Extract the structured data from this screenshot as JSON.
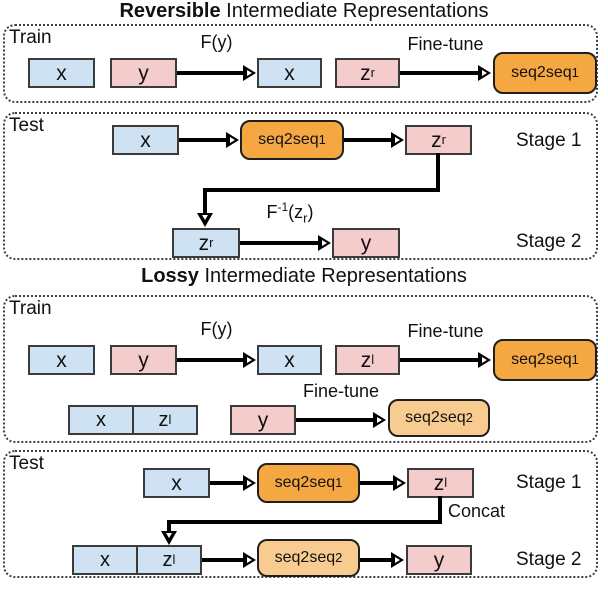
{
  "diagram": {
    "reversible": {
      "title_bold": "Reversible",
      "title_rest": " Intermediate Representations",
      "train": {
        "label": "Train",
        "fy_label": "F(y)",
        "finetune_label": "Fine-tune"
      },
      "test": {
        "label": "Test",
        "stage1": "Stage 1",
        "stage2": "Stage 2"
      }
    },
    "lossy": {
      "title_bold": "Lossy",
      "title_rest": " Intermediate Representations",
      "train": {
        "label": "Train",
        "fy_label": "F(y)",
        "finetune1_label": "Fine-tune",
        "finetune2_label": "Fine-tune"
      },
      "test": {
        "label": "Test",
        "stage1": "Stage 1",
        "stage2": "Stage 2",
        "concat_label": "Concat"
      }
    },
    "nodes": {
      "x": [
        [
          "x",
          "n"
        ]
      ],
      "y": [
        [
          "y",
          "n"
        ]
      ],
      "z_r": [
        [
          "z",
          "n"
        ],
        [
          "r",
          "sub"
        ]
      ],
      "z_l": [
        [
          "z",
          "n"
        ],
        [
          "l",
          "sub"
        ]
      ],
      "seq2seq1": [
        [
          "seq2seq",
          "n"
        ],
        [
          "1",
          "sub"
        ]
      ],
      "seq2seq2": [
        [
          "seq2seq",
          "n"
        ],
        [
          "2",
          "sub"
        ]
      ],
      "f_inverse": [
        [
          "F",
          "n"
        ],
        [
          "-1",
          "sup"
        ],
        [
          "(z",
          "n"
        ],
        [
          "r",
          "sub"
        ],
        [
          ")",
          "n"
        ]
      ]
    },
    "colors": {
      "input_box_fill": "#cfe2f3",
      "output_box_fill": "#f4cccc",
      "seq2seq1_fill": "#f5a742",
      "seq2seq2_fill": "#f8cb90",
      "box_border": "#3b3b3b",
      "arrow": "#000000"
    }
  }
}
